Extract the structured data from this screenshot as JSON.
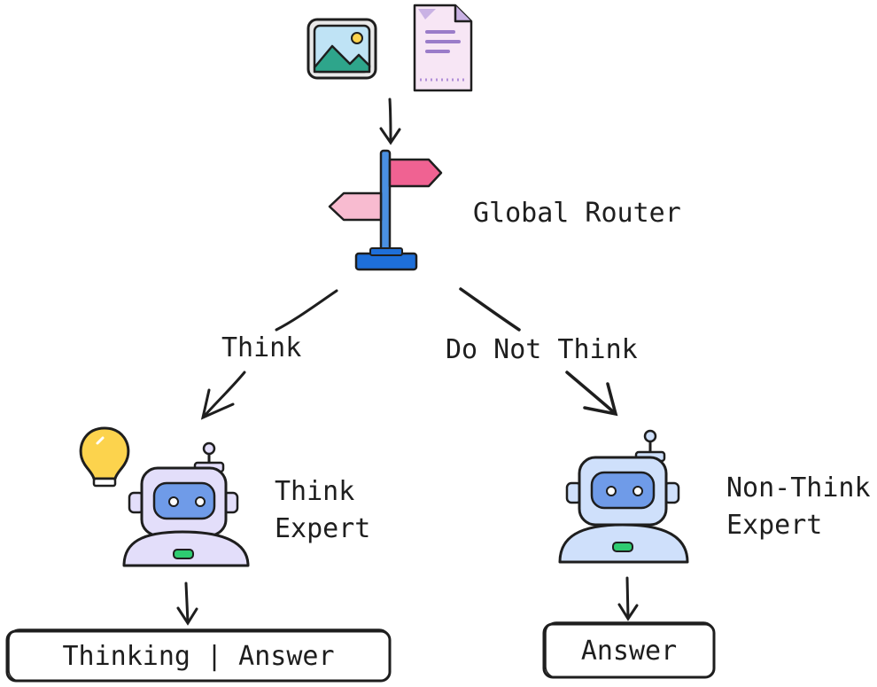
{
  "inputs": {
    "image_icon": "image-icon",
    "document_icon": "document-icon"
  },
  "router": {
    "icon": "signpost-icon",
    "label": "Global Router"
  },
  "branches": {
    "think": {
      "label": "Think"
    },
    "no_think": {
      "label": "Do Not Think"
    }
  },
  "think_expert": {
    "icon": "robot-icon",
    "idea_icon": "lightbulb-icon",
    "label_line1": "Think",
    "label_line2": "Expert",
    "output": "Thinking | Answer"
  },
  "nonthink_expert": {
    "icon": "robot-icon",
    "label_line1": "Non-Think",
    "label_line2": "Expert",
    "output": "Answer"
  },
  "colors": {
    "ink": "#1e1e1e",
    "pink": "#f06292",
    "lightpink": "#f8bbd0",
    "blue": "#1e6fd9",
    "lavender": "#e3defa",
    "skyblue": "#cfe0fb",
    "robotface": "#6f9be8",
    "yellow": "#fcd34d"
  }
}
